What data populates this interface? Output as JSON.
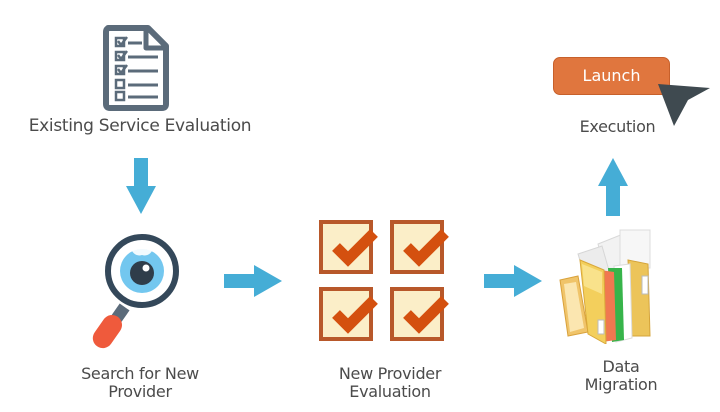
{
  "diagram": {
    "type": "process-flow",
    "colors": {
      "arrow": "#45add6",
      "text": "#4b4b4b",
      "launch_button": "#e0763e",
      "checkbox_fill": "#fbeec8",
      "checkbox_border": "#b8582a",
      "checkmark": "#d4500f",
      "cursor": "#3f4a50",
      "doc_icon": "#5b6b7a"
    },
    "steps": [
      {
        "id": "existing-service-evaluation",
        "label": "Existing Service Evaluation",
        "icon": "checklist-document-icon"
      },
      {
        "id": "search-for-new-provider",
        "label_lines": [
          "Search for New",
          "Provider"
        ],
        "icon": "magnifier-eye-icon"
      },
      {
        "id": "new-provider-evaluation",
        "label_lines": [
          "New Provider",
          "Evaluation"
        ],
        "icon": "checked-boxes-icon"
      },
      {
        "id": "data-migration",
        "label_lines": [
          "Data",
          "Migration"
        ],
        "icon": "folders-icon"
      },
      {
        "id": "execution",
        "label": "Execution",
        "icon": "cursor-icon",
        "button_label": "Launch"
      }
    ],
    "connections": [
      {
        "from": "existing-service-evaluation",
        "to": "search-for-new-provider",
        "direction": "down"
      },
      {
        "from": "search-for-new-provider",
        "to": "new-provider-evaluation",
        "direction": "right"
      },
      {
        "from": "new-provider-evaluation",
        "to": "data-migration",
        "direction": "right"
      },
      {
        "from": "data-migration",
        "to": "execution",
        "direction": "up"
      }
    ]
  }
}
